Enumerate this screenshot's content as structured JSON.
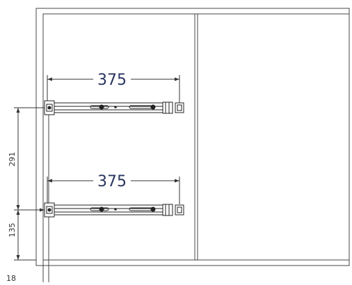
{
  "diagram": {
    "top_rail": {
      "width_label": "375"
    },
    "bottom_rail": {
      "width_label": "375"
    },
    "vertical_dims": {
      "rail_spacing_label": "291",
      "bottom_offset_label": "135",
      "panel_thickness_label": "18"
    }
  }
}
